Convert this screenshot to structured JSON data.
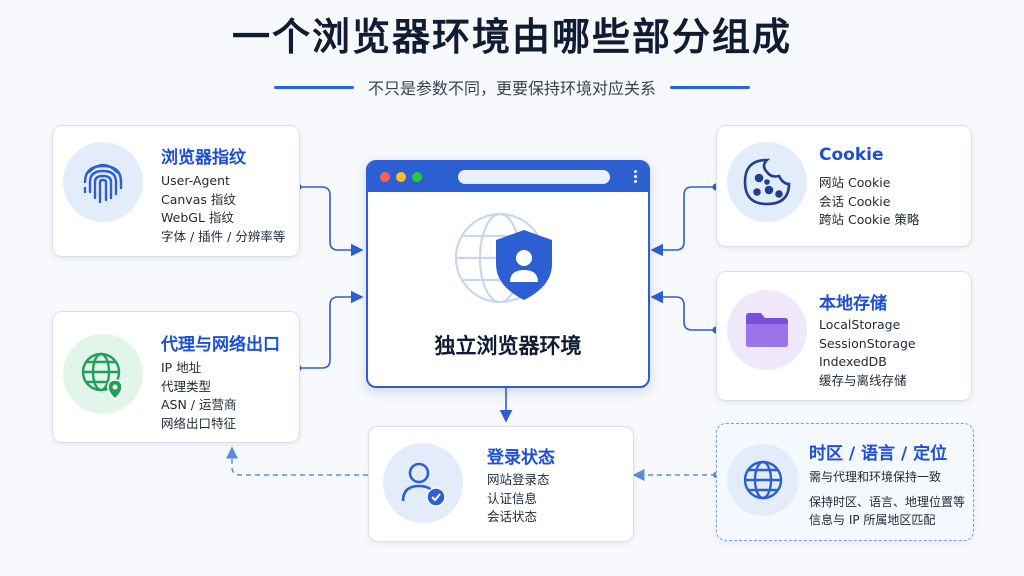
{
  "title": "一个浏览器环境由哪些部分组成",
  "subtitle": "不只是参数不同，更要保持环境对应关系",
  "center": {
    "label": "独立浏览器环境"
  },
  "cards": {
    "fingerprint": {
      "title": "浏览器指纹",
      "items": [
        "User-Agent",
        "Canvas 指纹",
        "WebGL 指纹",
        "字体 / 插件 / 分辨率等"
      ]
    },
    "proxy": {
      "title": "代理与网络出口",
      "items": [
        "IP 地址",
        "代理类型",
        "ASN / 运营商",
        "网络出口特征"
      ]
    },
    "login": {
      "title": "登录状态",
      "items": [
        "网站登录态",
        "认证信息",
        "会话状态"
      ]
    },
    "cookie": {
      "title": "Cookie",
      "items": [
        "网站 Cookie",
        "会话 Cookie",
        "跨站 Cookie 策略"
      ]
    },
    "storage": {
      "title": "本地存储",
      "items": [
        "LocalStorage",
        "SessionStorage",
        "IndexedDB",
        "缓存与离线存储"
      ]
    },
    "timezone": {
      "title": "时区 / 语言 / 定位",
      "items": [
        "需与代理和环境保持一致",
        "保持时区、语言、地理位置等",
        "信息与 IP 所属地区匹配"
      ]
    }
  },
  "colors": {
    "accent": "#2563eb",
    "title": "#0f1c33",
    "card_title": "#1d4fd6",
    "proxy_icon": "#22a05a",
    "storage_icon": "#7c4ddb"
  },
  "icons": {
    "fingerprint": "fingerprint-icon",
    "proxy": "globe-location-icon",
    "login": "user-check-icon",
    "cookie": "cookie-icon",
    "storage": "folder-icon",
    "timezone": "globe-icon",
    "center": "globe-shield-user-icon"
  }
}
